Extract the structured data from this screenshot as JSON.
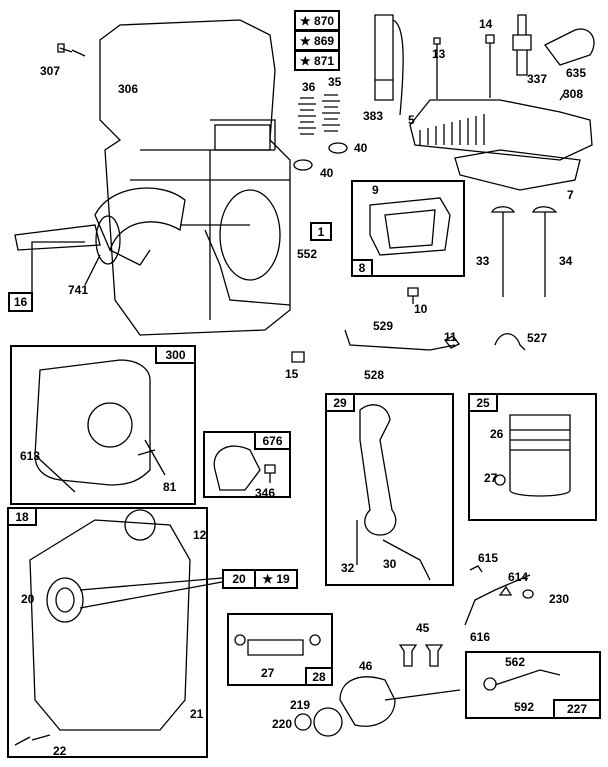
{
  "diagram": {
    "kit_labels": {
      "k870": "870",
      "k869": "869",
      "k871": "871",
      "k19": "19",
      "star_icon": "★"
    },
    "parts": {
      "p307": "307",
      "p306": "306",
      "p36": "36",
      "p35": "35",
      "p383": "383",
      "p13": "13",
      "p14": "14",
      "p337": "337",
      "p635": "635",
      "p308": "308",
      "p5": "5",
      "p40a": "40",
      "p40b": "40",
      "p7": "7",
      "p9": "9",
      "p8": "8",
      "p1": "1",
      "p552": "552",
      "p741": "741",
      "p16": "16",
      "p33": "33",
      "p34": "34",
      "p10": "10",
      "p529": "529",
      "p11": "11",
      "p527": "527",
      "p528": "528",
      "p15": "15",
      "p300": "300",
      "p613": "613",
      "p81": "81",
      "p676": "676",
      "p346": "346",
      "p29": "29",
      "p25": "25",
      "p26": "26",
      "p27a": "27",
      "p32": "32",
      "p30": "30",
      "p18": "18",
      "p12": "12",
      "p20a": "20",
      "p20b": "20",
      "p21": "21",
      "p22": "22",
      "p615": "615",
      "p614": "614",
      "p230": "230",
      "p616": "616",
      "p27b": "27",
      "p28": "28",
      "p45": "45",
      "p46": "46",
      "p219": "219",
      "p220": "220",
      "p562": "562",
      "p592": "592",
      "p227": "227"
    }
  }
}
